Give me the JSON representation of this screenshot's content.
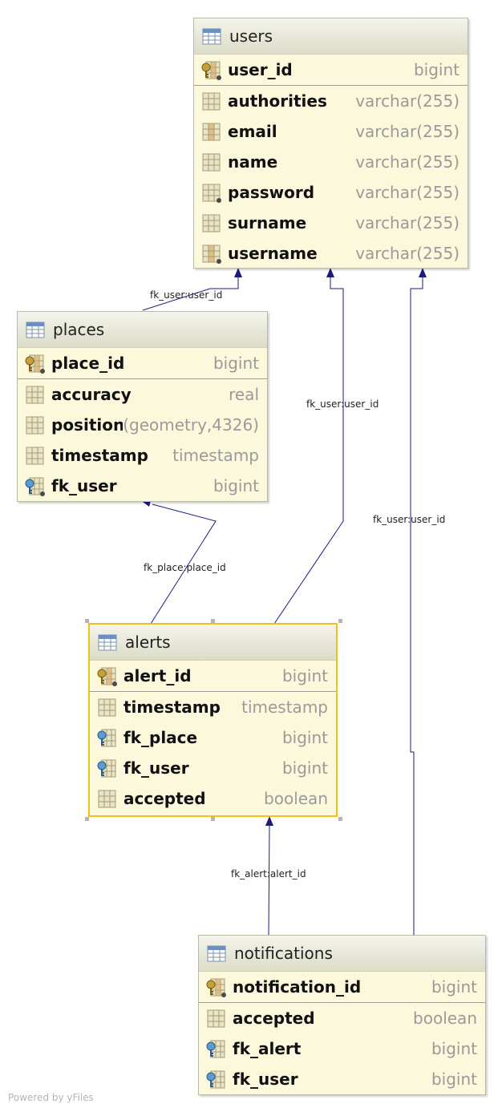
{
  "tables": {
    "users": {
      "name": "users",
      "pk": {
        "name": "user_id",
        "type": "bigint",
        "icon": "primary-key-column-icon"
      },
      "columns": [
        {
          "name": "authorities",
          "type": "varchar(255)",
          "icon": "column-icon"
        },
        {
          "name": "email",
          "type": "varchar(255)",
          "icon": "unique-column-icon"
        },
        {
          "name": "name",
          "type": "varchar(255)",
          "icon": "column-icon"
        },
        {
          "name": "password",
          "type": "varchar(255)",
          "icon": "not-null-column-icon"
        },
        {
          "name": "surname",
          "type": "varchar(255)",
          "icon": "column-icon"
        },
        {
          "name": "username",
          "type": "varchar(255)",
          "icon": "unique-not-null-column-icon"
        }
      ]
    },
    "places": {
      "name": "places",
      "pk": {
        "name": "place_id",
        "type": "bigint",
        "icon": "primary-key-column-icon"
      },
      "columns": [
        {
          "name": "accuracy",
          "type": "real",
          "icon": "column-icon"
        },
        {
          "name": "position",
          "type": "(geometry,4326)",
          "icon": "column-icon"
        },
        {
          "name": "timestamp",
          "type": "timestamp",
          "icon": "column-icon"
        },
        {
          "name": "fk_user",
          "type": "bigint",
          "icon": "foreign-key-column-icon"
        }
      ]
    },
    "alerts": {
      "name": "alerts",
      "pk": {
        "name": "alert_id",
        "type": "bigint",
        "icon": "primary-key-column-icon"
      },
      "columns": [
        {
          "name": "timestamp",
          "type": "timestamp",
          "icon": "column-icon"
        },
        {
          "name": "fk_place",
          "type": "bigint",
          "icon": "foreign-key-column-icon"
        },
        {
          "name": "fk_user",
          "type": "bigint",
          "icon": "foreign-key-column-icon"
        },
        {
          "name": "accepted",
          "type": "boolean",
          "icon": "column-icon"
        }
      ]
    },
    "notifications": {
      "name": "notifications",
      "pk": {
        "name": "notification_id",
        "type": "bigint",
        "icon": "primary-key-column-icon"
      },
      "columns": [
        {
          "name": "accepted",
          "type": "boolean",
          "icon": "column-icon"
        },
        {
          "name": "fk_alert",
          "type": "bigint",
          "icon": "foreign-key-column-icon"
        },
        {
          "name": "fk_user",
          "type": "bigint",
          "icon": "foreign-key-column-icon"
        }
      ]
    }
  },
  "edges": [
    {
      "label": "fk_user:user_id",
      "from": "places",
      "to": "users"
    },
    {
      "label": "fk_user:user_id",
      "from": "alerts",
      "to": "users"
    },
    {
      "label": "fk_user:user_id",
      "from": "notifications",
      "to": "users"
    },
    {
      "label": "fk_place:place_id",
      "from": "alerts",
      "to": "places"
    },
    {
      "label": "fk_alert:alert_id",
      "from": "notifications",
      "to": "alerts"
    }
  ],
  "footer": "Powered by yFiles",
  "colors": {
    "edge": "#1a1a80",
    "table_fill": "#fbf8dc",
    "selected_border": "#f2c117",
    "type_text": "#9a9a9a"
  }
}
